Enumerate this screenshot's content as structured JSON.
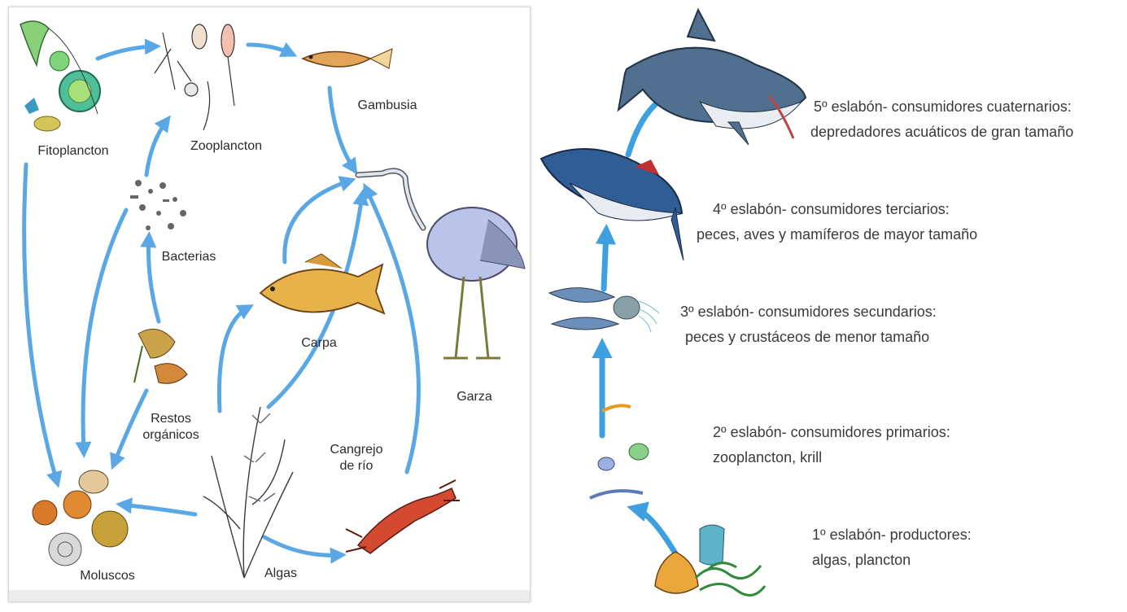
{
  "food_web": {
    "nodes": {
      "fitoplancton": "Fitoplancton",
      "zooplancton": "Zooplancton",
      "gambusia": "Gambusia",
      "bacterias": "Bacterias",
      "carpa": "Carpa",
      "garza": "Garza",
      "restos": [
        "Restos",
        "orgánicos"
      ],
      "cangrejo": [
        "Cangrejo",
        "de río"
      ],
      "moluscos": "Moluscos",
      "algas": "Algas"
    }
  },
  "food_chain": {
    "levels": [
      {
        "title": "5º eslabón- consumidores cuaternarios:",
        "desc": "depredadores acuáticos de gran tamaño"
      },
      {
        "title": "4º eslabón- consumidores terciarios:",
        "desc": "peces, aves y mamíferos de mayor tamaño"
      },
      {
        "title": "3º eslabón- consumidores secundarios:",
        "desc": "peces y crustáceos de menor tamaño"
      },
      {
        "title": "2º eslabón- consumidores primarios:",
        "desc": "zooplancton, krill"
      },
      {
        "title": "1º eslabón- productores:",
        "desc": "algas, plancton"
      }
    ]
  },
  "colors": {
    "arrow": "#5aa7e6",
    "chain_arrow": "#3fa0e0",
    "text": "#3a3a3a"
  }
}
